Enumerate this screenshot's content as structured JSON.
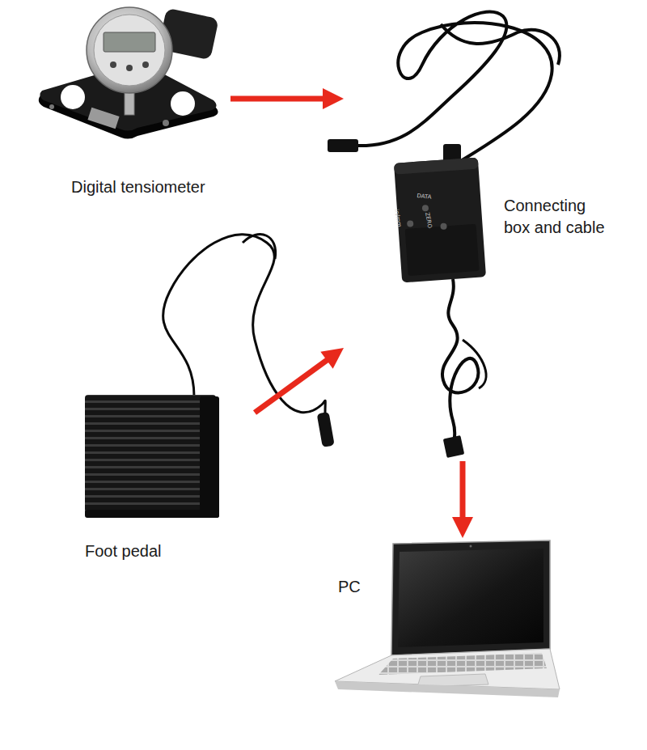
{
  "diagram": {
    "nodes": [
      {
        "text": [
          "Digital tensiometer"
        ]
      },
      {
        "text": [
          "Connecting box and cable"
        ]
      },
      {
        "text": [
          "Foot pedal"
        ]
      },
      {
        "text": [
          "PC"
        ]
      }
    ],
    "edges": [
      {
        "from": 0,
        "to": 1,
        "arrow": "to"
      },
      {
        "from": 2,
        "to": 1,
        "arrow": "to"
      },
      {
        "from": 1,
        "to": 3,
        "arrow": "to"
      }
    ],
    "labels": [
      "DATA",
      "in/mm",
      "ZERO"
    ]
  }
}
